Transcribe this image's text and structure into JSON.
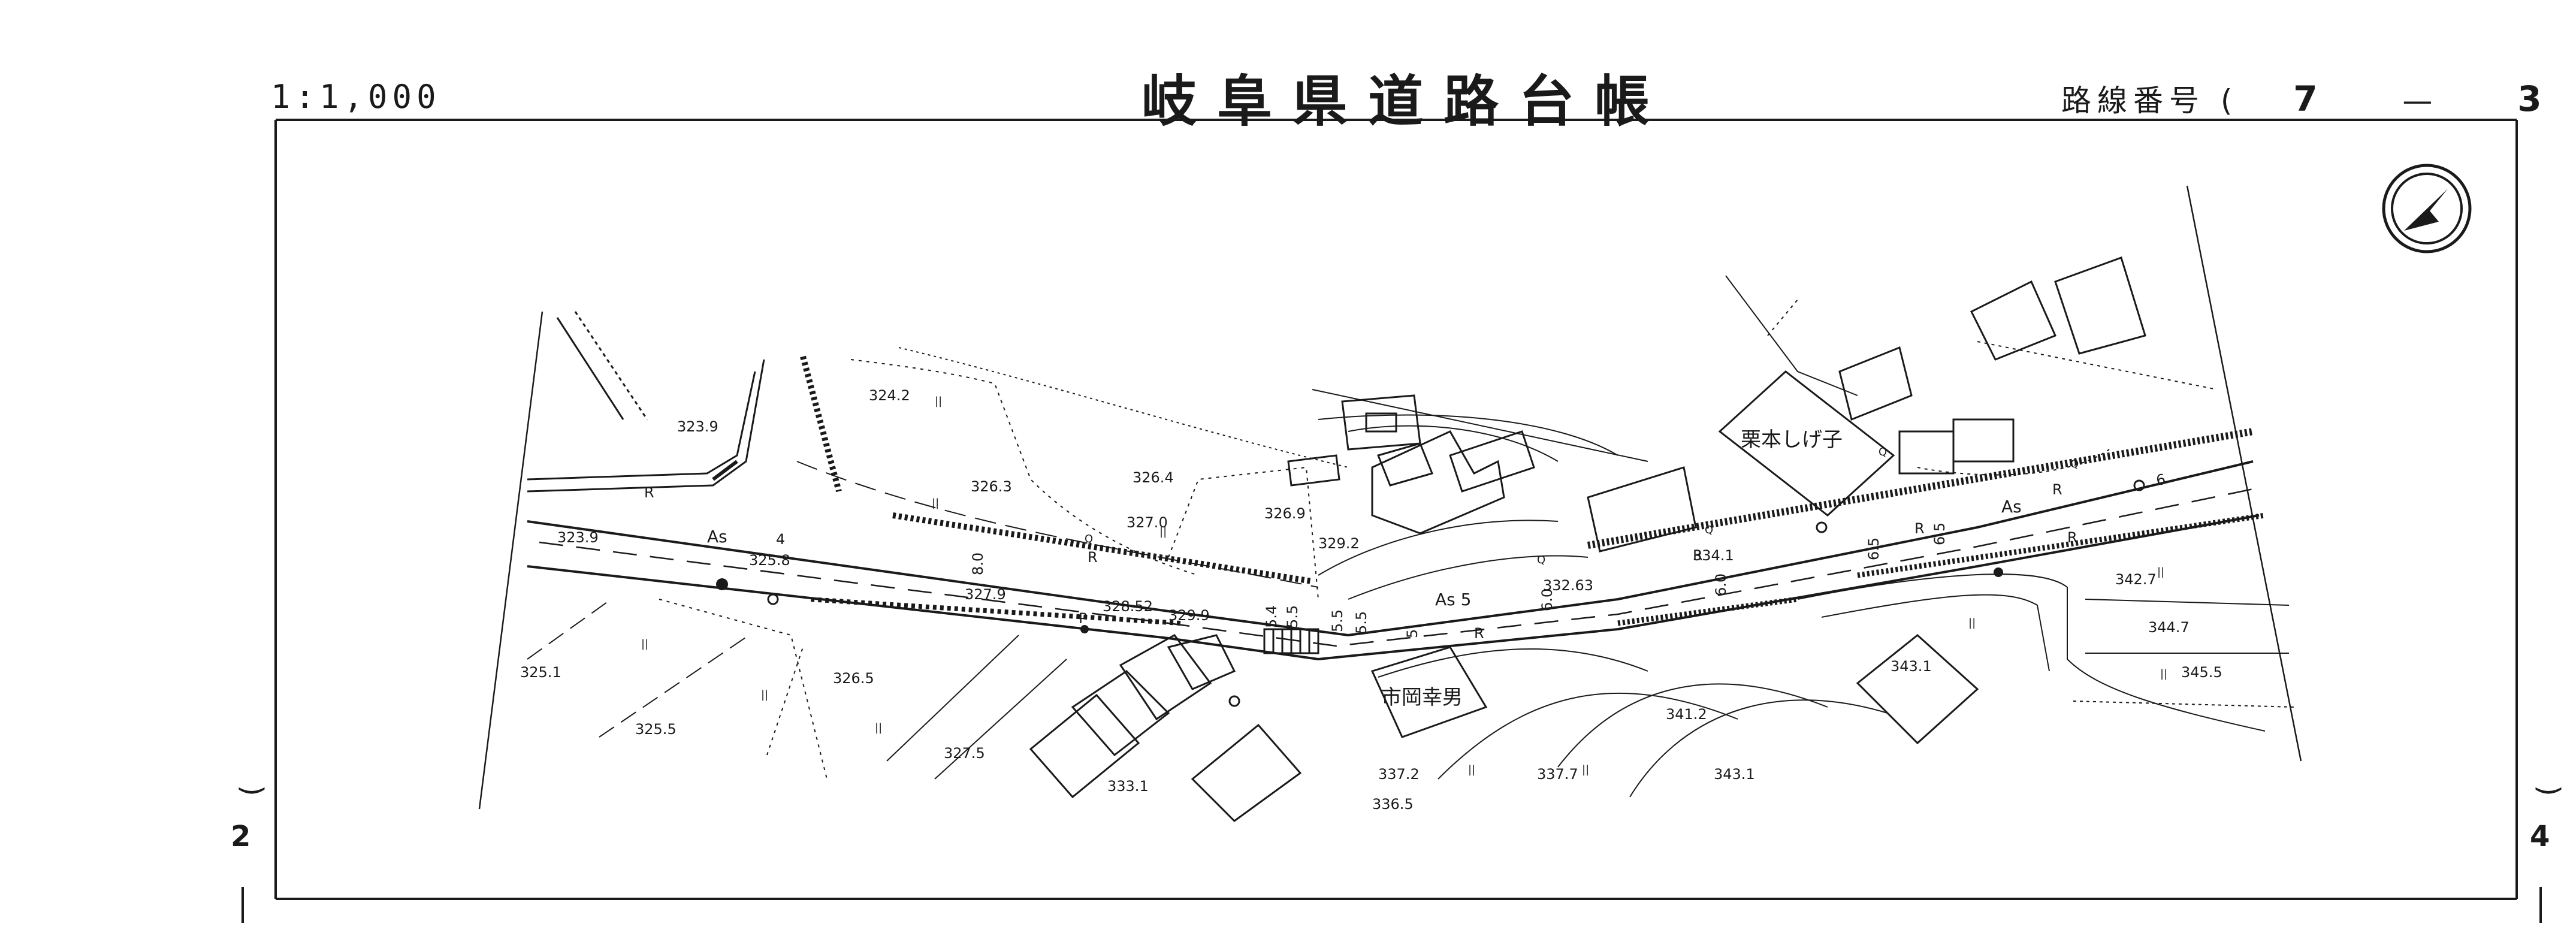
{
  "header": {
    "scale": "1:1,000",
    "title": "岐阜県道路台帳",
    "route_label": "路線番号",
    "route_open": "(",
    "route_major": "7",
    "route_dash": "—",
    "route_minor": "3",
    "route_close": ")"
  },
  "sheet_links": {
    "left": ")\n2\n|",
    "right": ")\n4\n|"
  },
  "map": {
    "icons": [
      "north-arrow-icon",
      "manhole-icon",
      "utility-pole-icon",
      "stair-icon"
    ],
    "owner_labels": [
      "栗本しげ子",
      "市岡幸男"
    ],
    "pavement_labels": [
      "As",
      "As",
      "As 5"
    ],
    "road_markers": [
      "R",
      "R",
      "R",
      "R",
      "R",
      "R",
      "R",
      "P"
    ],
    "road_widths": [
      "4",
      "6",
      "5",
      "5.5",
      "5.4",
      "5.5",
      "5.5",
      "6.0",
      "6.0",
      "6.5",
      "6.5",
      "8.0"
    ],
    "elevations": [
      "324.2",
      "326.3",
      "326.4",
      "327.0",
      "326.9",
      "323.9",
      "323.9",
      "325.8",
      "327.9",
      "328.52",
      "329.9",
      "329.2",
      "332.63",
      "334.1",
      "325.1",
      "325.5",
      "326.5",
      "327.5",
      "333.1",
      "337.2",
      "336.5",
      "337.7",
      "341.2",
      "343.1",
      "343.1",
      "342.7",
      "344.7",
      "345.5"
    ],
    "grass_marks": [
      "||",
      "||",
      "||",
      "||",
      "||",
      "||",
      "||",
      "||",
      "||",
      "||",
      "||"
    ],
    "tree_marks": [
      "Q",
      "Q",
      "Q",
      "Q",
      "Q"
    ]
  }
}
